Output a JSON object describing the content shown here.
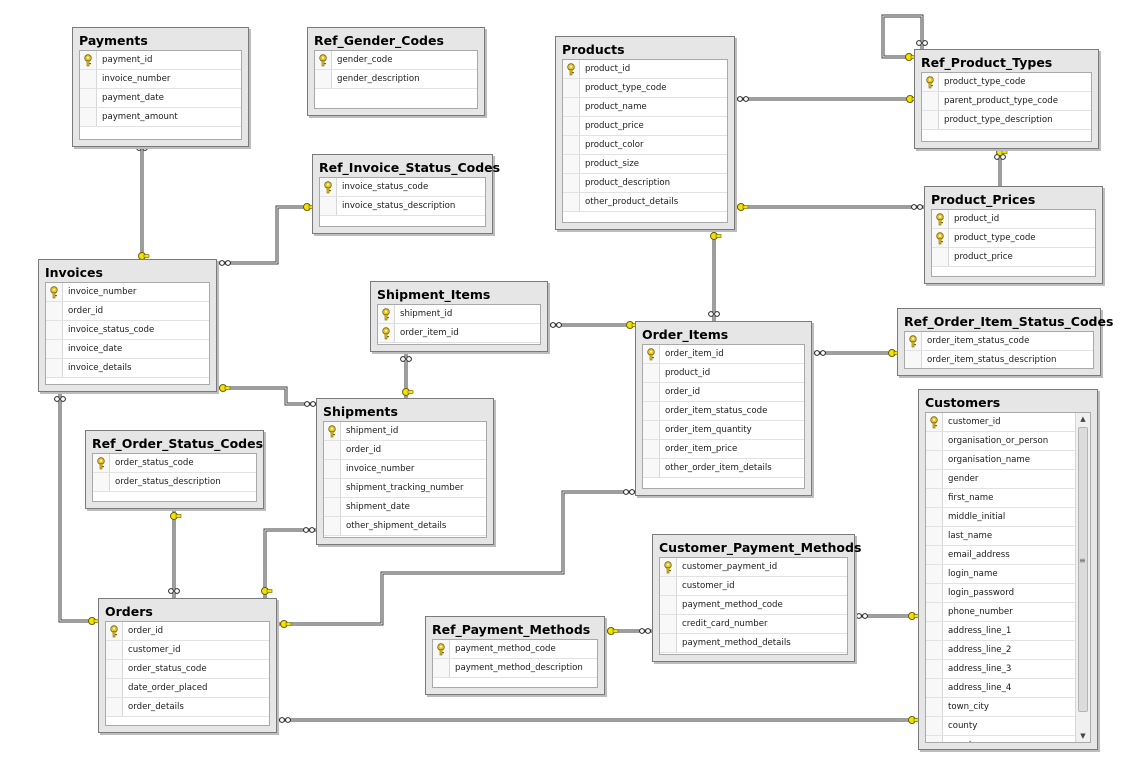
{
  "diagram": {
    "tables": [
      {
        "id": "payments",
        "name": "Payments",
        "columns": [
          {
            "name": "payment_id",
            "pk": true
          },
          {
            "name": "invoice_number"
          },
          {
            "name": "payment_date"
          },
          {
            "name": "payment_amount"
          }
        ]
      },
      {
        "id": "ref_gender_codes",
        "name": "Ref_Gender_Codes",
        "columns": [
          {
            "name": "gender_code",
            "pk": true
          },
          {
            "name": "gender_description"
          }
        ]
      },
      {
        "id": "products",
        "name": "Products",
        "columns": [
          {
            "name": "product_id",
            "pk": true
          },
          {
            "name": "product_type_code"
          },
          {
            "name": "product_name"
          },
          {
            "name": "product_price"
          },
          {
            "name": "product_color"
          },
          {
            "name": "product_size"
          },
          {
            "name": "product_description"
          },
          {
            "name": "other_product_details"
          }
        ]
      },
      {
        "id": "ref_product_types",
        "name": "Ref_Product_Types",
        "columns": [
          {
            "name": "product_type_code",
            "pk": true
          },
          {
            "name": "parent_product_type_code"
          },
          {
            "name": "product_type_description"
          }
        ]
      },
      {
        "id": "ref_invoice_status_codes",
        "name": "Ref_Invoice_Status_Codes",
        "columns": [
          {
            "name": "invoice_status_code",
            "pk": true
          },
          {
            "name": "invoice_status_description"
          }
        ]
      },
      {
        "id": "product_prices",
        "name": "Product_Prices",
        "columns": [
          {
            "name": "product_id",
            "pk": true
          },
          {
            "name": "product_type_code",
            "pk": true
          },
          {
            "name": "product_price"
          }
        ]
      },
      {
        "id": "invoices",
        "name": "Invoices",
        "columns": [
          {
            "name": "invoice_number",
            "pk": true
          },
          {
            "name": "order_id"
          },
          {
            "name": "invoice_status_code"
          },
          {
            "name": "invoice_date"
          },
          {
            "name": "invoice_details"
          }
        ]
      },
      {
        "id": "shipment_items",
        "name": "Shipment_Items",
        "columns": [
          {
            "name": "shipment_id",
            "pk": true
          },
          {
            "name": "order_item_id",
            "pk": true
          }
        ]
      },
      {
        "id": "order_items",
        "name": "Order_Items",
        "columns": [
          {
            "name": "order_item_id",
            "pk": true
          },
          {
            "name": "product_id"
          },
          {
            "name": "order_id"
          },
          {
            "name": "order_item_status_code"
          },
          {
            "name": "order_item_quantity"
          },
          {
            "name": "order_item_price"
          },
          {
            "name": "other_order_item_details"
          }
        ]
      },
      {
        "id": "ref_order_item_status_codes",
        "name": "Ref_Order_Item_Status_Codes",
        "columns": [
          {
            "name": "order_item_status_code",
            "pk": true
          },
          {
            "name": "order_item_status_description"
          }
        ]
      },
      {
        "id": "shipments",
        "name": "Shipments",
        "columns": [
          {
            "name": "shipment_id",
            "pk": true
          },
          {
            "name": "order_id"
          },
          {
            "name": "invoice_number"
          },
          {
            "name": "shipment_tracking_number"
          },
          {
            "name": "shipment_date"
          },
          {
            "name": "other_shipment_details"
          }
        ]
      },
      {
        "id": "ref_order_status_codes",
        "name": "Ref_Order_Status_Codes",
        "columns": [
          {
            "name": "order_status_code",
            "pk": true
          },
          {
            "name": "order_status_description"
          }
        ]
      },
      {
        "id": "customers",
        "name": "Customers",
        "columns": [
          {
            "name": "customer_id",
            "pk": true
          },
          {
            "name": "organisation_or_person"
          },
          {
            "name": "organisation_name"
          },
          {
            "name": "gender"
          },
          {
            "name": "first_name"
          },
          {
            "name": "middle_initial"
          },
          {
            "name": "last_name"
          },
          {
            "name": "email_address"
          },
          {
            "name": "login_name"
          },
          {
            "name": "login_password"
          },
          {
            "name": "phone_number"
          },
          {
            "name": "address_line_1"
          },
          {
            "name": "address_line_2"
          },
          {
            "name": "address_line_3"
          },
          {
            "name": "address_line_4"
          },
          {
            "name": "town_city"
          },
          {
            "name": "county"
          },
          {
            "name": "country"
          }
        ]
      },
      {
        "id": "customer_payment_methods",
        "name": "Customer_Payment_Methods",
        "columns": [
          {
            "name": "customer_payment_id",
            "pk": true
          },
          {
            "name": "customer_id"
          },
          {
            "name": "payment_method_code"
          },
          {
            "name": "credit_card_number"
          },
          {
            "name": "payment_method_details"
          }
        ]
      },
      {
        "id": "ref_payment_methods",
        "name": "Ref_Payment_Methods",
        "columns": [
          {
            "name": "payment_method_code",
            "pk": true
          },
          {
            "name": "payment_method_description"
          }
        ]
      },
      {
        "id": "orders",
        "name": "Orders",
        "columns": [
          {
            "name": "order_id",
            "pk": true
          },
          {
            "name": "customer_id"
          },
          {
            "name": "order_status_code"
          },
          {
            "name": "date_order_placed"
          },
          {
            "name": "order_details"
          }
        ]
      }
    ],
    "relationships": [
      {
        "from": "payments",
        "to": "invoices"
      },
      {
        "from": "invoices",
        "to": "ref_invoice_status_codes"
      },
      {
        "from": "products",
        "to": "ref_product_types"
      },
      {
        "from": "ref_product_types",
        "to": "ref_product_types"
      },
      {
        "from": "product_prices",
        "to": "ref_product_types"
      },
      {
        "from": "product_prices",
        "to": "products"
      },
      {
        "from": "order_items",
        "to": "products"
      },
      {
        "from": "shipment_items",
        "to": "order_items"
      },
      {
        "from": "shipment_items",
        "to": "shipments"
      },
      {
        "from": "order_items",
        "to": "ref_order_item_status_codes"
      },
      {
        "from": "shipments",
        "to": "invoices"
      },
      {
        "from": "invoices",
        "to": "orders"
      },
      {
        "from": "orders",
        "to": "ref_order_status_codes"
      },
      {
        "from": "shipments",
        "to": "orders"
      },
      {
        "from": "order_items",
        "to": "orders"
      },
      {
        "from": "customer_payment_methods",
        "to": "ref_payment_methods"
      },
      {
        "from": "customer_payment_methods",
        "to": "customers"
      },
      {
        "from": "orders",
        "to": "customers"
      }
    ],
    "colors": {
      "line": "#3c3c3c",
      "key": "#e8c62a",
      "endpoint": "#f2e400"
    }
  }
}
